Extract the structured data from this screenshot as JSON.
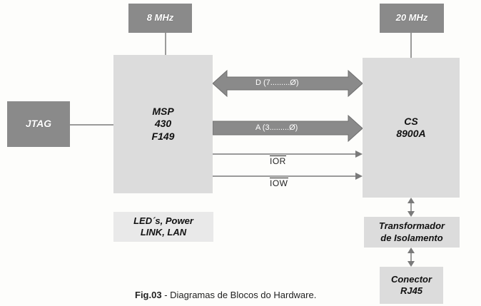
{
  "blocks": {
    "clock_8": "8 MHz",
    "clock_20": "20 MHz",
    "jtag": "JTAG",
    "msp_line1": "MSP",
    "msp_line2": "430",
    "msp_line3": "F149",
    "cs_line1": "CS",
    "cs_line2": "8900A",
    "leds_line1": "LED´s, Power",
    "leds_line2": "LINK, LAN",
    "transformer_line1": "Transformador",
    "transformer_line2": "de Isolamento",
    "connector_line1": "Conector",
    "connector_line2": "RJ45"
  },
  "buses": {
    "data": "D (7.........Ø)",
    "address": "A (3.........Ø)",
    "ior": "IOR",
    "iow": "IOW"
  },
  "caption": {
    "figure": "Fig.03",
    "text": " - Diagramas de Blocos do Hardware."
  },
  "colors": {
    "dark_block": "#8a8a8a",
    "light_block": "#dcdcdc",
    "bus_arrow": "#8a8a8a",
    "line": "#7a7a7a"
  }
}
